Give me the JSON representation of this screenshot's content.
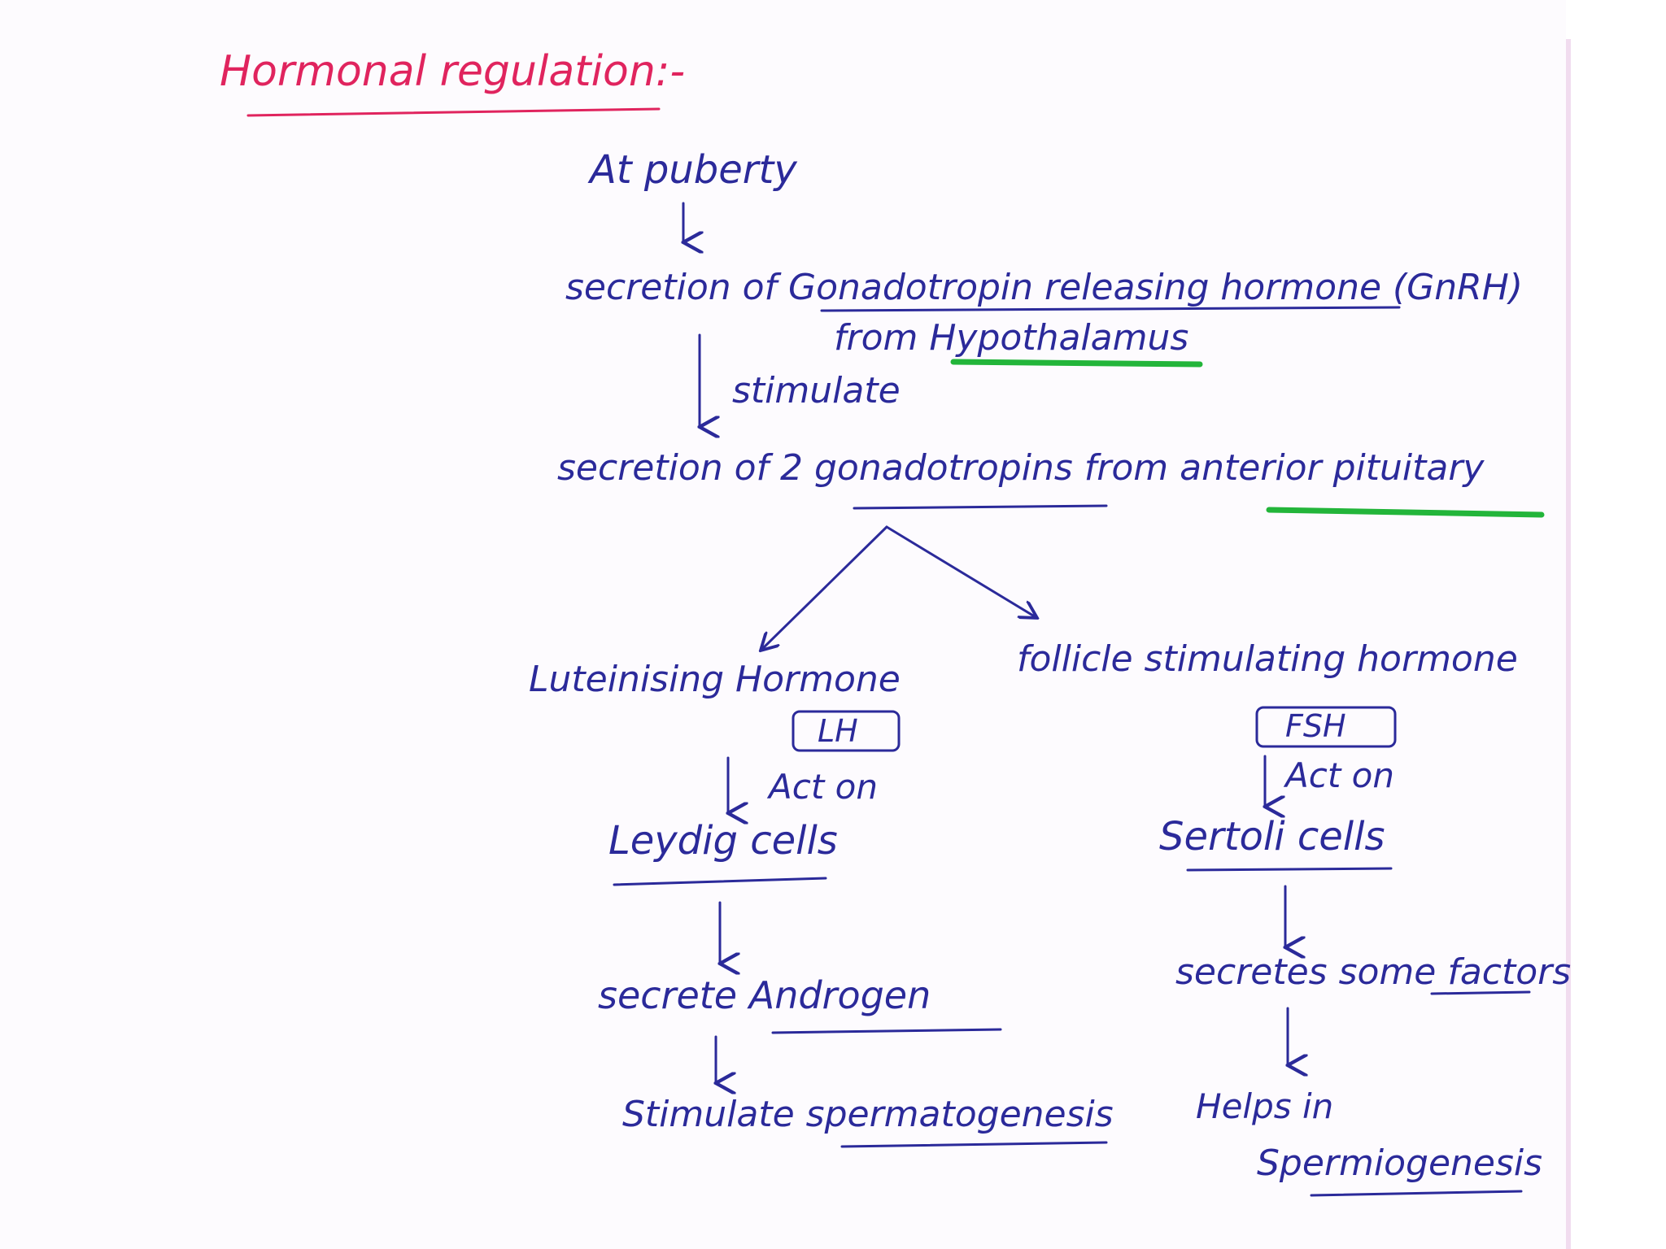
{
  "heading": "Hormonal regulation:-",
  "start": "At puberty",
  "gnrh": {
    "line1": "secretion of Gonadotropin releasing hormone (GnRH)",
    "line2": "from Hypothalamus"
  },
  "stimulate_label": "stimulate",
  "gonadotropins": "secretion of 2 gonadotropins from anterior pituitary",
  "left_branch": {
    "hormone": "Luteinising Hormone",
    "abbr": "LH",
    "act_on": "Act on",
    "cells": "Leydig cells",
    "secrete": "secrete Androgen",
    "result": "Stimulate spermatogenesis"
  },
  "right_branch": {
    "hormone": "follicle stimulating hormone",
    "abbr": "FSH",
    "act_on": "Act on",
    "cells": "Sertoli cells",
    "secrete": "secretes some factors",
    "result_line1": "Helps in",
    "result_line2": "Spermiogenesis"
  },
  "colors": {
    "ink": "#2b2a9a",
    "heading": "#e0245e",
    "highlight": "#23b53a"
  }
}
